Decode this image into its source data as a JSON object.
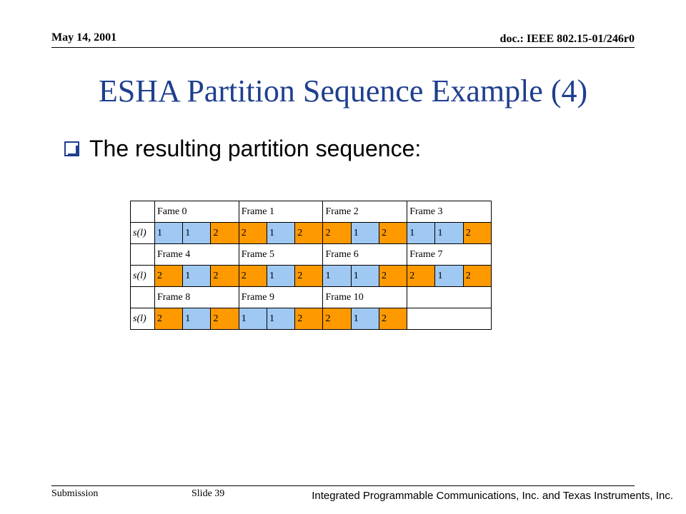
{
  "header": {
    "date": "May 14, 2001",
    "doc": "doc.: IEEE 802.15-01/246r0"
  },
  "title": "ESHA Partition Sequence Example (4)",
  "bullet": "The resulting partition sequence:",
  "colors": {
    "slot1": "#9fc8f3",
    "slot2": "#ff9900",
    "title": "#1f3f8f"
  },
  "table": {
    "row_label": "s(l)",
    "blocks": [
      {
        "frames": [
          "Fame 0",
          "Frame 1",
          "Frame 2",
          "Frame 3"
        ],
        "slots": [
          "1",
          "1",
          "2",
          "2",
          "1",
          "2",
          "2",
          "1",
          "2",
          "1",
          "1",
          "2"
        ]
      },
      {
        "frames": [
          "Frame 4",
          "Frame 5",
          "Frame 6",
          "Frame 7"
        ],
        "slots": [
          "2",
          "1",
          "2",
          "2",
          "1",
          "2",
          "1",
          "1",
          "2",
          "2",
          "1",
          "2"
        ]
      },
      {
        "frames": [
          "Frame 8",
          "Frame 9",
          "Frame 10",
          ""
        ],
        "slots": [
          "2",
          "1",
          "2",
          "1",
          "1",
          "2",
          "2",
          "1",
          "2"
        ]
      }
    ]
  },
  "footer": {
    "left": "Submission",
    "slide": "Slide 39",
    "right": "Integrated Programmable Communications, Inc. and Texas Instruments, Inc."
  }
}
